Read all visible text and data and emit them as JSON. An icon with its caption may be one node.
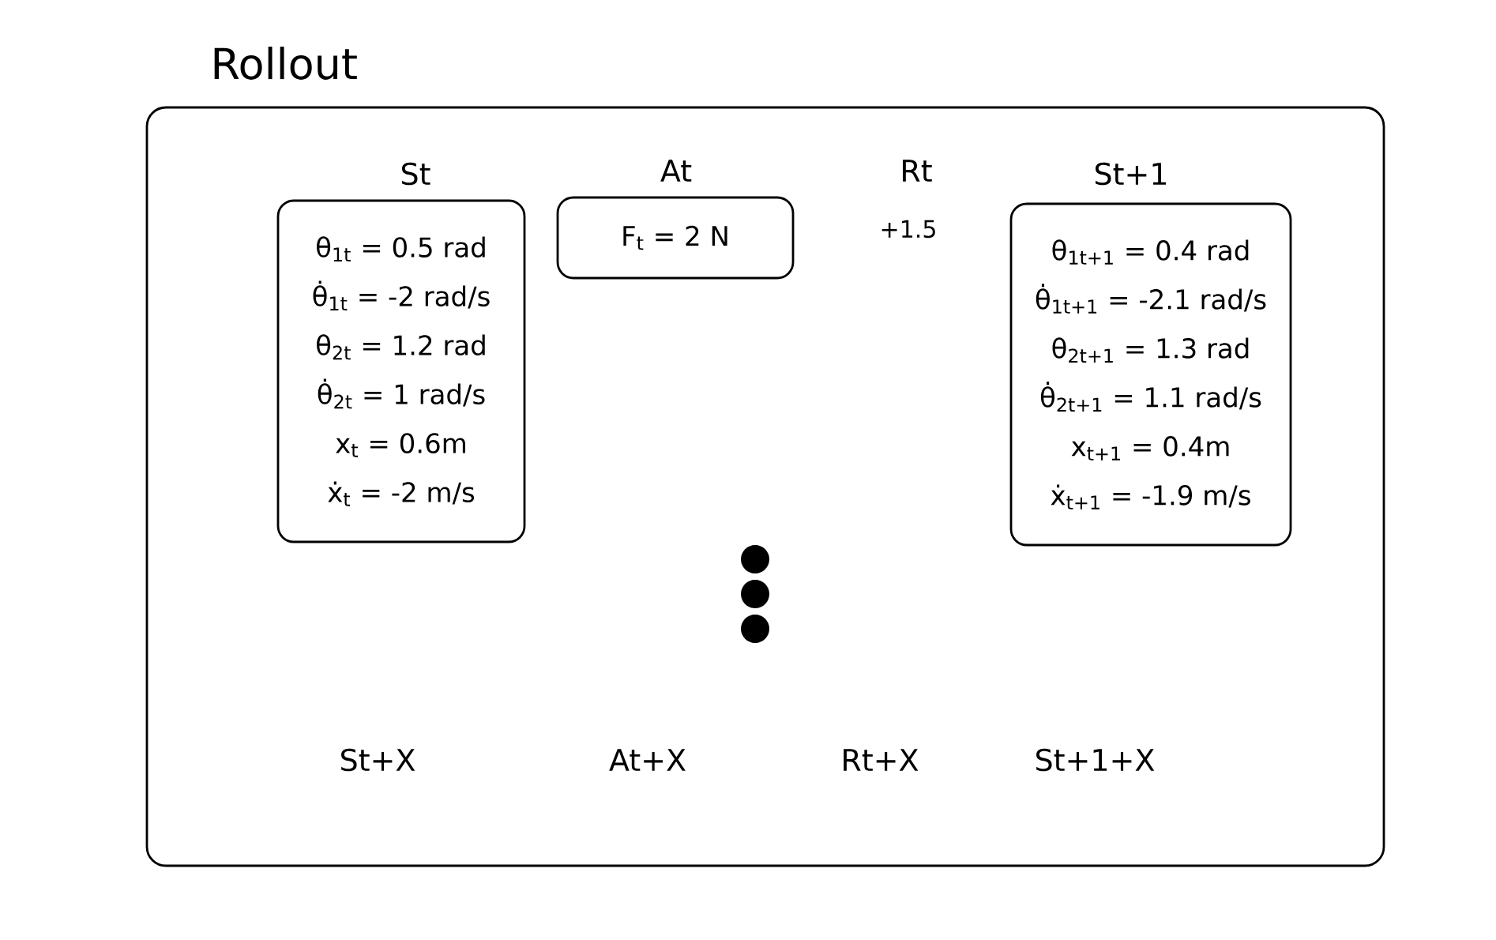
{
  "diagram": {
    "nodes": [
      {
        "text": [
          "Rollout"
        ]
      },
      {
        "text": [
          "St",
          "θ$_{1t}$ = 0.5 rad",
          "θ̇$_{1t}$ = -2 rad/s",
          "θ$_{2t}$ = 1.2 rad",
          "θ̇$_{2t}$ = 1 rad/s",
          "x$_{t}$ = 0.6m",
          "ẋ$_{t}$ = -2 m/s"
        ],
        "in": 0
      },
      {
        "text": [
          "At",
          "F$_{t}$ = 2 N"
        ],
        "in": 0
      },
      {
        "text": [
          "St+1",
          "θ$_{1t+1}$ = 0.4 rad",
          "θ̇$_{1t+1}$ = -2.1 rad/s",
          "θ$_{2t+1}$ = 1.3 rad",
          "θ̇$_{2t+1}$ = 1.1 rad/s",
          "x$_{t+1}$ = 0.4m",
          "ẋ$_{t+1}$ = -1.9 m/s"
        ],
        "in": 0
      }
    ],
    "labels": [
      "Rt",
      "+1.5",
      "St+X",
      "At+X",
      "Rt+X",
      "St+1+X"
    ]
  }
}
